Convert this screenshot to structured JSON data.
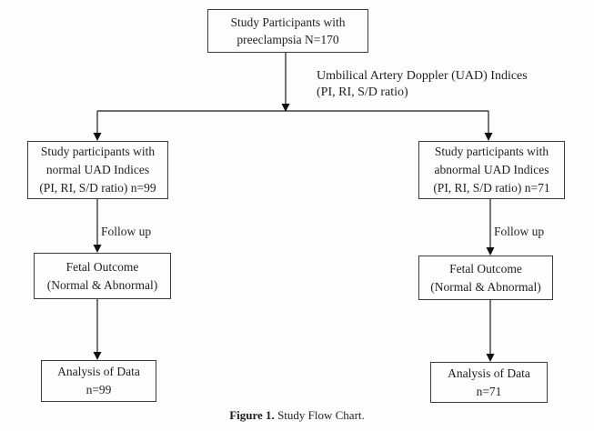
{
  "colors": {
    "background": "#fdfdfd",
    "box_border": "#3b3b3b",
    "connector_line": "#1a1a1a",
    "text": "#1f1f1f"
  },
  "boxes": {
    "top": {
      "line1": "Study Participants with",
      "line2": "preeclampsia N=170"
    },
    "normal": {
      "line1": "Study participants with",
      "line2": "normal UAD Indices",
      "line3": "(PI, RI, S/D ratio) n=99"
    },
    "abnormal": {
      "line1": "Study participants with",
      "line2": "abnormal UAD Indices",
      "line3": "(PI, RI, S/D ratio) n=71"
    },
    "fetal_left": {
      "line1": "Fetal Outcome",
      "line2": "(Normal & Abnormal)"
    },
    "fetal_right": {
      "line1": "Fetal Outcome",
      "line2": "(Normal & Abnormal)"
    },
    "analysis_left": {
      "line1": "Analysis of Data",
      "line2": "n=99"
    },
    "analysis_right": {
      "line1": "Analysis of Data",
      "line2": "n=71"
    }
  },
  "annotation": {
    "line1": "Umbilical Artery Doppler (UAD) Indices",
    "line2": "(PI, RI, S/D ratio)"
  },
  "labels": {
    "follow_up_left": "Follow up",
    "follow_up_right": "Follow up"
  },
  "caption": {
    "label": "Figure 1.",
    "text": " Study Flow Chart."
  }
}
